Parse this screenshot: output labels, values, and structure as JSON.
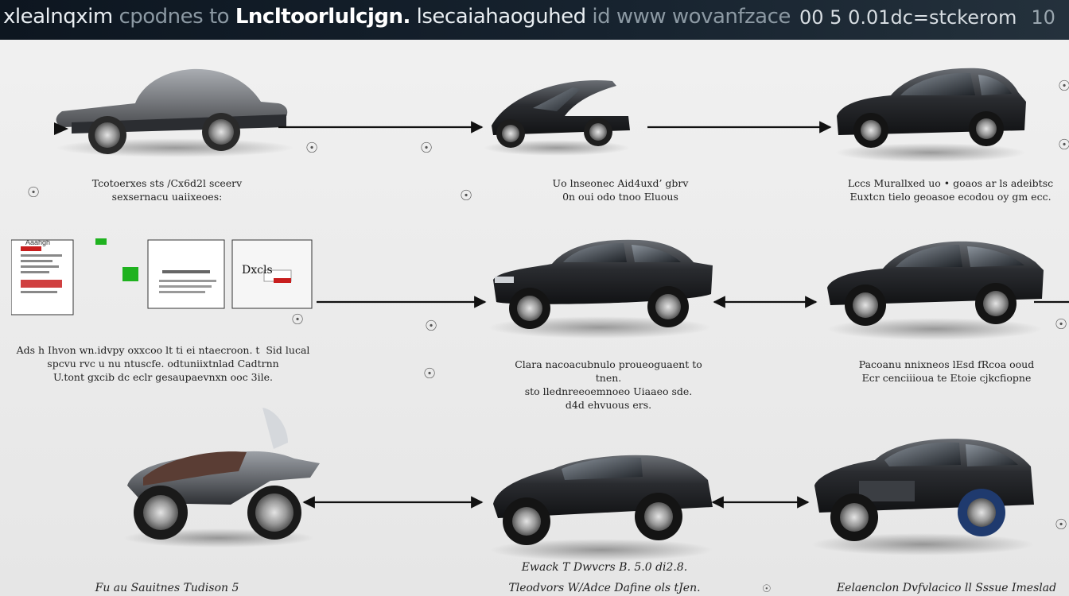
{
  "header": {
    "title_part1": "xlealnqxim",
    "title_part2": " cpodnes to ",
    "title_part3": "Lncltoorlulcjgn.",
    "title_part4": " lsecaiahaoguhed",
    "title_part5": " id  www  wovanfzace",
    "meta": "00 5 0.01dc=stckerom",
    "page": "10"
  },
  "captions": {
    "r1c1": "Tcotoerxes sts  /Cx6d2l  sceerv\nsexsernacu uaiixeoes:",
    "r1c2": "Uo lnseonec Aid4uxd’ gbrv\n0n  oui odo tnoo Eluous",
    "r1c3": "Lccs  Murallxed uo  • goaos  ar ls adeibtsc\nEuxtcn tielo  geoasoe  ecodou oy gm ecc.",
    "r2c1": "Ads h Ihvon  wn.idvpy oxxcoo lt ti  ei ntaecroon.  t  Sid lucal\nspcvu rvc  u  nu ntuscfe. odtuniixtnlad  Cadtrnn\nU.tont  gxcib  dc eclr   gesaupaevnxn ooc 3ile.",
    "r2c2": "Clara  nacoacubnulo proueoguaent to tnen.\nsto  llednreeoemnoeo Uiaaeo sde.\nd4d ehvuous ers.",
    "r2c3": "Pacoanu nnixneos lEsd  fRcoa ooud\nEcr cenciiioua te  Etoie   cjkcfiopne",
    "r3c1": "Fu au  Sauitnes  Tudison 5",
    "r3c2a": "Ewack  T  Dwvcrs  B. 5.0 di2.8.",
    "r3c2b": "Tleodvors  W/Adce  Dafine  ols  tJen.",
    "r3c3": "Eelaenclon  Dvfvlacico ll Sssue Imeslad"
  },
  "documents": {
    "panel1_heading": "Aaahgh",
    "panel2_heading": "Dxcls"
  },
  "colors": {
    "banner": "#16222e",
    "accent_green": "#1fb21f",
    "accent_red": "#c81e1e",
    "arrow": "#111111"
  },
  "icons": [
    "motorcycle",
    "sports-car",
    "sedan",
    "suv",
    "coupe",
    "rally-car",
    "wheel-doodle"
  ]
}
